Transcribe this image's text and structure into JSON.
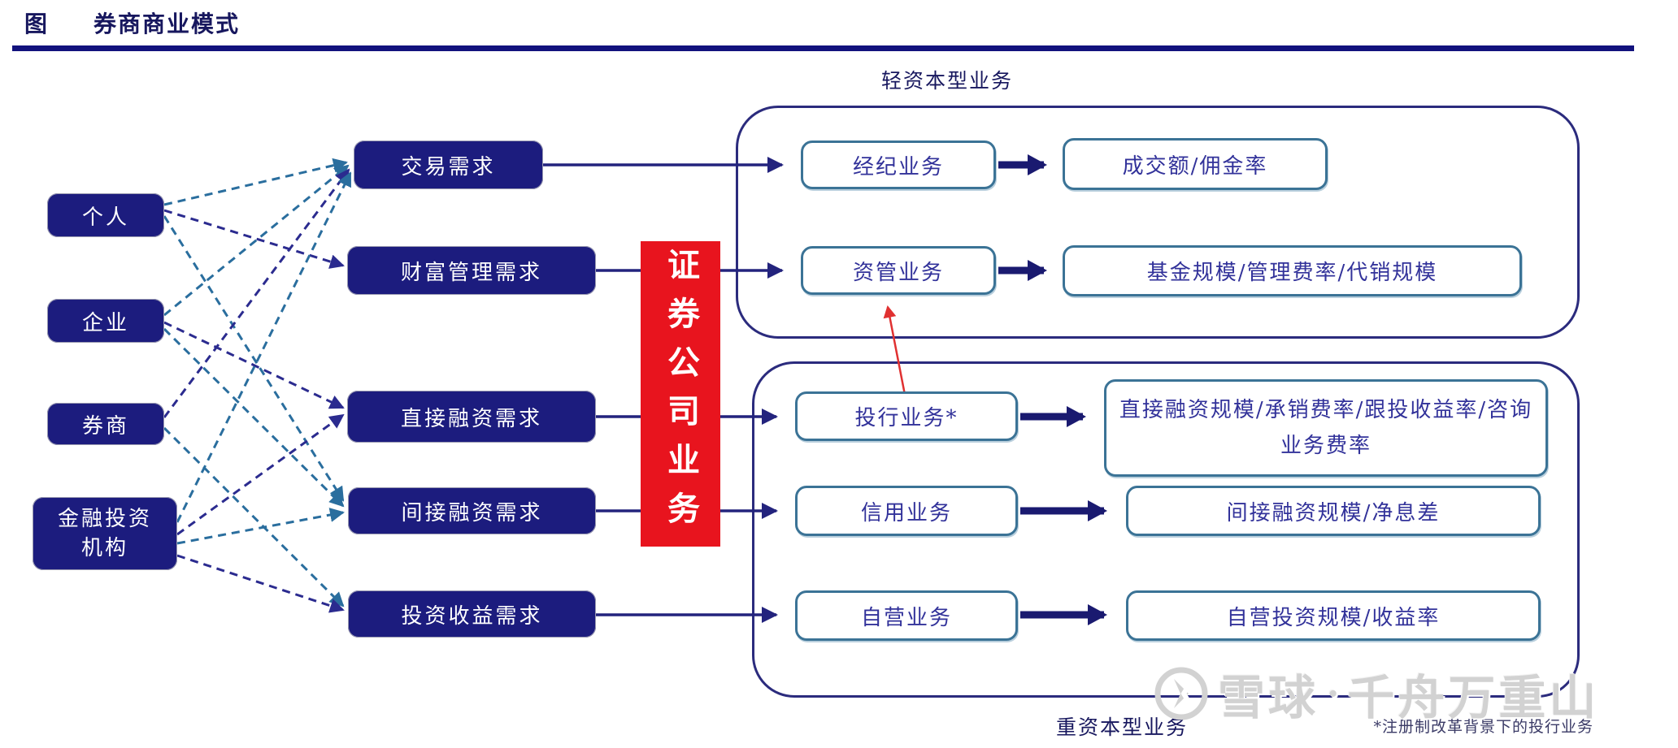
{
  "figure": {
    "tag": "图",
    "title": "券商商业模式"
  },
  "entities": [
    {
      "label": "个人"
    },
    {
      "label": "企业"
    },
    {
      "label": "券商"
    },
    {
      "label": "金融投资机构"
    }
  ],
  "demands": [
    "交易需求",
    "财富管理需求",
    "直接融资需求",
    "间接融资需求",
    "投资收益需求"
  ],
  "hub": {
    "label": "证券公司业务"
  },
  "light_group": {
    "title": "轻资本型业务",
    "rows": [
      {
        "business": "经纪业务",
        "drivers": "成交额/佣金率"
      },
      {
        "business": "资管业务",
        "drivers": "基金规模/管理费率/代销规模"
      }
    ]
  },
  "heavy_group": {
    "title": "重资本型业务",
    "rows": [
      {
        "business": "投行业务*",
        "drivers": "直接融资规模/承销费率/跟投收益率/咨询业务费率"
      },
      {
        "business": "信用业务",
        "drivers": "间接融资规模/净息差"
      },
      {
        "business": "自营业务",
        "drivers": "自营投资规模/收益率"
      }
    ]
  },
  "footnote": "*注册制改革背景下的投行业务",
  "watermark": {
    "brand": "雪球",
    "separator": "·",
    "username": "千舟万重山"
  },
  "colors": {
    "navy_box": "#1c1c7e",
    "hub_red": "#e8141e",
    "line_navy": "#23237d",
    "dashed_teal": "#2a6e9e",
    "dashed_navy": "#2b2b8f",
    "box_border_blue": "#3b7396",
    "text_navy": "#32329a",
    "title_navy": "#17175e",
    "red_arrow": "#e03131",
    "watermark_gray": "#d2d2d2"
  }
}
